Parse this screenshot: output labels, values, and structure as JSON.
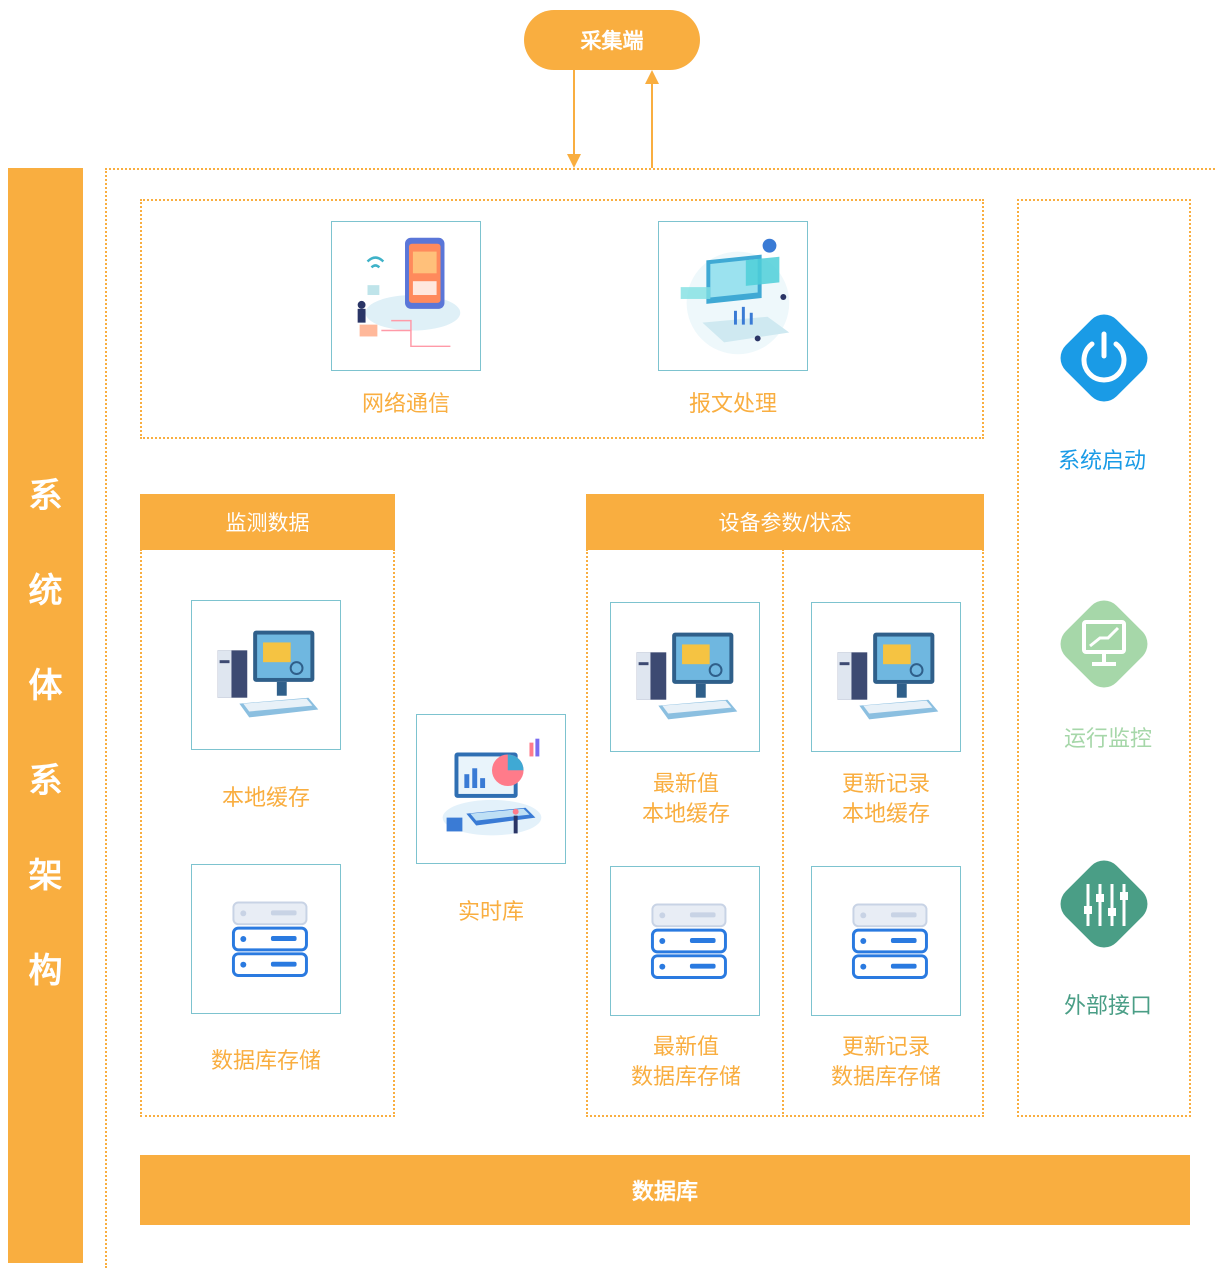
{
  "collector": "采集端",
  "side_title": [
    "系",
    "统",
    "体",
    "系",
    "架",
    "构"
  ],
  "comm": {
    "network": "网络通信",
    "message": "报文处理"
  },
  "monitor": {
    "header": "监测数据",
    "local_cache": "本地缓存",
    "db_store": "数据库存储"
  },
  "realtime": "实时库",
  "device": {
    "header": "设备参数/状态",
    "latest_cache": [
      "最新值",
      "本地缓存"
    ],
    "record_cache": [
      "更新记录",
      "本地缓存"
    ],
    "latest_db": [
      "最新值",
      "数据库存储"
    ],
    "record_db": [
      "更新记录",
      "数据库存储"
    ]
  },
  "right": {
    "start": "系统启动",
    "monitor": "运行监控",
    "interface": "外部接口"
  },
  "colors": {
    "orange": "#f9ae40",
    "blue": "#1a9be6",
    "light_green": "#a6d7a9",
    "green": "#4a9e86"
  },
  "database": "数据库"
}
